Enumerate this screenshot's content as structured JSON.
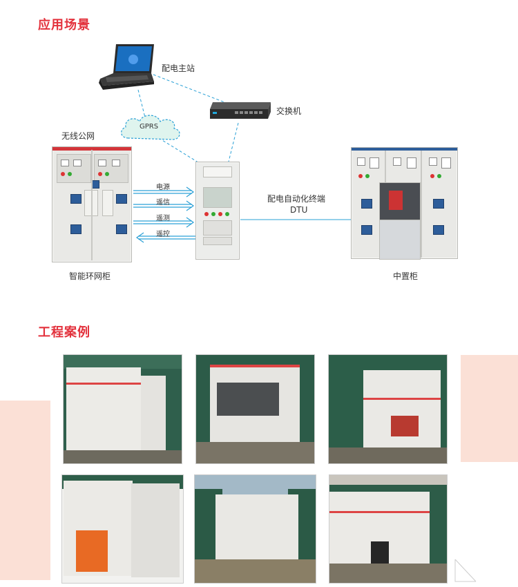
{
  "sections": {
    "scene_title": "应用场景",
    "cases_title": "工程案例"
  },
  "diagram": {
    "master_station": "配电主站",
    "switch": "交换机",
    "gprs": "GPRS",
    "wireless": "无线公网",
    "ring_cabinet": "智能环网柜",
    "dtu_line1": "配电自动化终端",
    "dtu_line2": "DTU",
    "mid_cabinet": "中置柜",
    "arrows": [
      "电源",
      "遥信",
      "遥测",
      "遥控"
    ]
  },
  "colors": {
    "accent": "#e3313c",
    "peach": "#fbe0d6",
    "link": "#2aa0d6",
    "arrow": "#2aa0d6"
  }
}
